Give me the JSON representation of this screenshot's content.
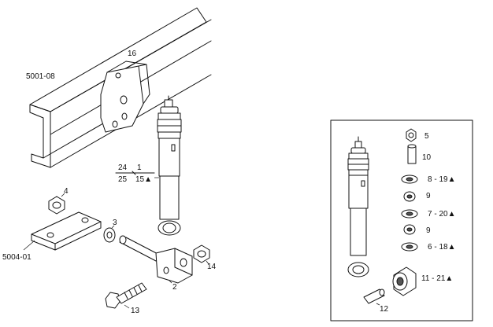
{
  "labels": {
    "frame": "5001-08",
    "bracket_top": "16",
    "plate": "5004-01",
    "nut_left": "4",
    "washer": "3",
    "bracket_lower": "2",
    "bolt": "13",
    "nut_right": "14",
    "fraction_top_left": "24",
    "fraction_top_right": "1",
    "fraction_bottom_left": "25",
    "fraction_bottom_right": "15▲",
    "inset_nut": "5",
    "inset_spacer": "10",
    "inset_washer_a": "8 - 19▲",
    "inset_bush_a": "9",
    "inset_washer_b": "7 - 20▲",
    "inset_bush_b": "9",
    "inset_washer_c": "6 - 18▲",
    "inset_bush_large": "11 - 21▲",
    "inset_sleeve": "12"
  }
}
